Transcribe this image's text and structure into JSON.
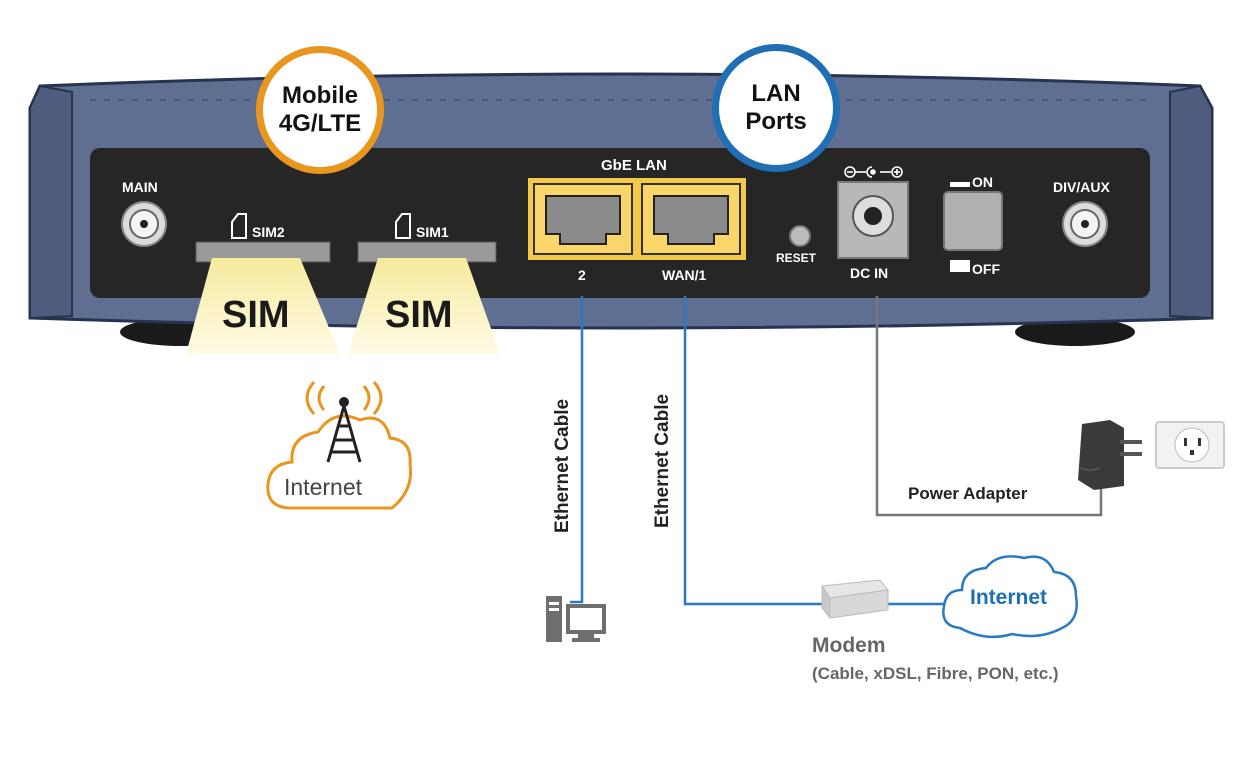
{
  "colors": {
    "router_body": "#5f6f92",
    "router_outline": "#27344f",
    "panel": "#262626",
    "lan_port_frame": "#f4c84a",
    "mobile_accent": "#e8961e",
    "lan_accent": "#1f6fb5",
    "ethernet_cable": "#2a79c2",
    "power_cable": "#777777",
    "sim_card": "#fbf1b8"
  },
  "router": {
    "main_label": "MAIN",
    "div_aux_label": "DIV/AUX",
    "sim2_label": "SIM2",
    "sim1_label": "SIM1",
    "gbe_lan_label": "GbE LAN",
    "port2_label": "2",
    "wan1_label": "WAN/1",
    "reset_label": "RESET",
    "dc_in_label": "DC IN",
    "on_label": "ON",
    "off_label": "OFF"
  },
  "callouts": {
    "mobile": {
      "line1": "Mobile",
      "line2": "4G/LTE"
    },
    "lan": {
      "line1": "LAN",
      "line2": "Ports"
    }
  },
  "sim_cards": [
    "SIM",
    "SIM"
  ],
  "cellular": {
    "cloud_label": "Internet",
    "icon": "cell-tower-icon"
  },
  "cables": {
    "left": "Ethernet Cable",
    "right": "Ethernet Cable",
    "power": "Power Adapter"
  },
  "modem": {
    "label": "Modem",
    "sublabel": "(Cable, xDSL, Fibre, PON, etc.)"
  },
  "internet_cloud": {
    "label": "Internet"
  },
  "icons": [
    "computer-icon",
    "power-adapter-icon",
    "wall-outlet-icon",
    "modem-icon",
    "antenna-connector-icon"
  ]
}
